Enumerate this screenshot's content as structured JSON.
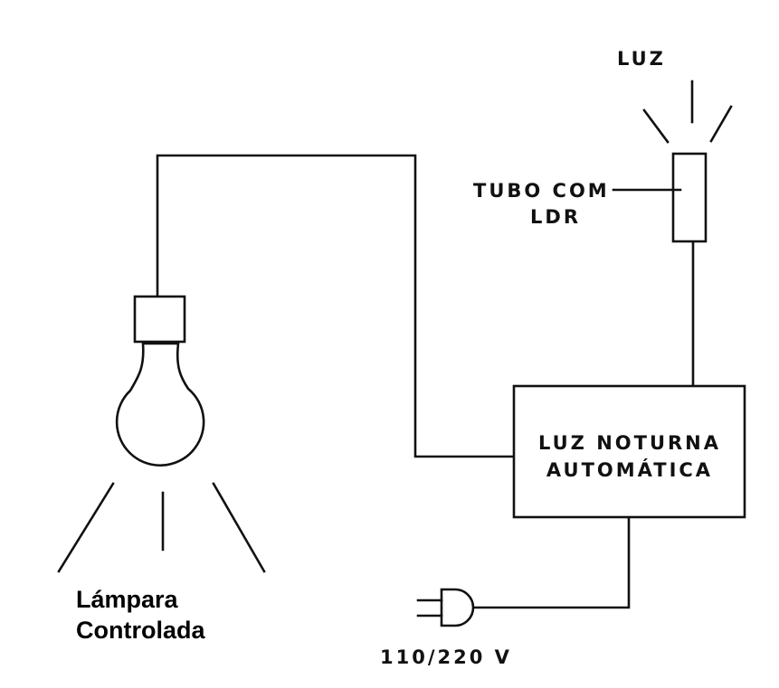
{
  "labels": {
    "light": "LUZ",
    "tube_line1": "TUBO COM",
    "tube_line2": "LDR",
    "box_line1": "LUZ NOTURNA",
    "box_line2": "AUTOMÁTICA",
    "voltage": "110/220 V",
    "lamp_line1": "Lámpara",
    "lamp_line2": "Controlada"
  }
}
